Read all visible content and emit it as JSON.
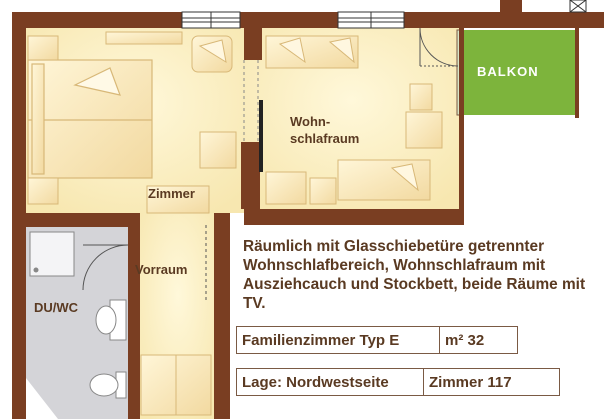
{
  "rooms": {
    "zimmer": "Zimmer",
    "wohnschlafraum_line1": "Wohn-",
    "wohnschlafraum_line2": "schlafraum",
    "vorraum": "Vorraum",
    "du_wc": "DU/WC",
    "balkon": "BALKON"
  },
  "description": "Räumlich mit  Glasschiebetüre getrennter Wohnschlafbereich, Wohnschlafraum mit Ausziehcauch und Stockbett, beide Räume mit TV.",
  "info": {
    "type": "Familienzimmer Typ E",
    "area": "m² 32",
    "location": "Lage: Nordwestseite",
    "room_number": "Zimmer 117"
  },
  "colors": {
    "wall": "#7a3e22",
    "floor": "#fdf3c6",
    "bathroom": "#d4d4d8",
    "balkon": "#7db43c",
    "text": "#5a3a22"
  }
}
